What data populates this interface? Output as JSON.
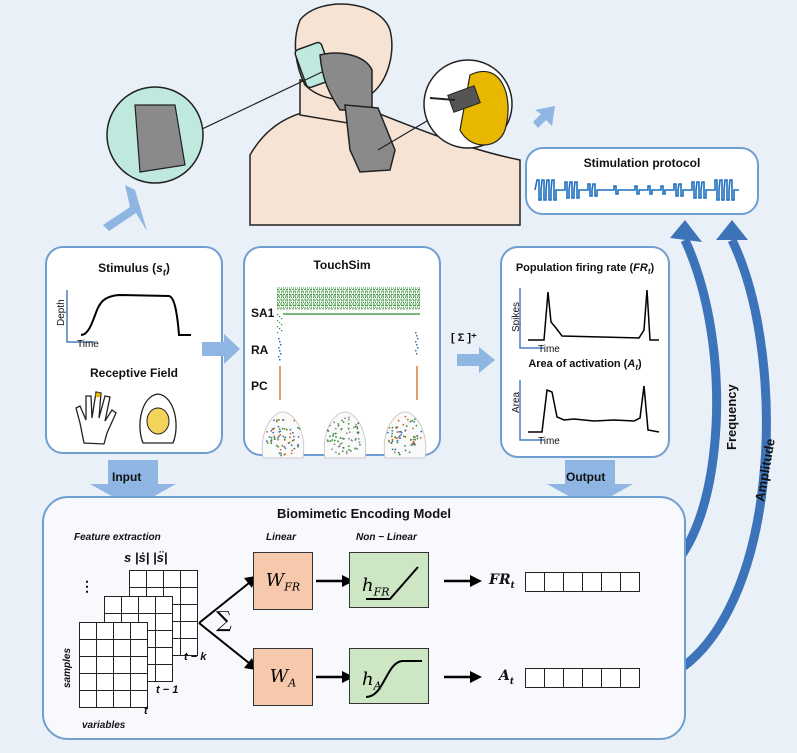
{
  "stimulus": {
    "title": "Stimulus (",
    "title_var": "s",
    "title_sub": "t",
    "title_end": ")",
    "y_label": "Depth",
    "x_label": "Time",
    "rf_title": "Receptive Field"
  },
  "touchsim": {
    "title": "TouchSim",
    "rows": [
      "SA1",
      "RA",
      "PC"
    ]
  },
  "rectify": "[ Σ ]⁺",
  "output_panel": {
    "fr_title": "Population firing rate (",
    "fr_var": "FR",
    "fr_sub": "t",
    "fr_end": ")",
    "fr_y": "Spikes",
    "fr_x": "Time",
    "area_title": "Area of activation (",
    "area_var": "A",
    "area_sub": "t",
    "area_end": ")",
    "area_y": "Area",
    "area_x": "Time"
  },
  "stim_protocol": {
    "title": "Stimulation protocol"
  },
  "arrows": {
    "input": "Input",
    "output": "Output",
    "frequency": "Frequency",
    "amplitude": "Amplitude"
  },
  "model": {
    "title": "Biomimetic Encoding Model",
    "feature_extraction": "Feature extraction",
    "features": "s  |ṡ|  |s̈|",
    "t_minus_k": "t − k",
    "t_minus_1": "t − 1",
    "t": "t",
    "samples": "samples",
    "variables": "variables",
    "sum": "∑",
    "linear": "Linear",
    "nonlinear": "Non − Linear",
    "w_fr": "W",
    "w_fr_sub": "FR",
    "w_a": "W",
    "w_a_sub": "A",
    "h_fr": "h",
    "h_fr_sub": "FR",
    "h_a": "h",
    "h_a_sub": "A",
    "out_fr": "FR",
    "out_fr_sub": "t",
    "out_a": "A",
    "out_a_sub": "t"
  },
  "colors": {
    "panel_border": "#6f9fd0",
    "arrow": "#8fb6e2",
    "linear_box": "#f6c9ad",
    "nonlinear_box": "#cde6c4",
    "sa1": "#2e8b2e",
    "ra": "#3a6fb0",
    "pc": "#d2691e",
    "implant": "#e8b800"
  }
}
